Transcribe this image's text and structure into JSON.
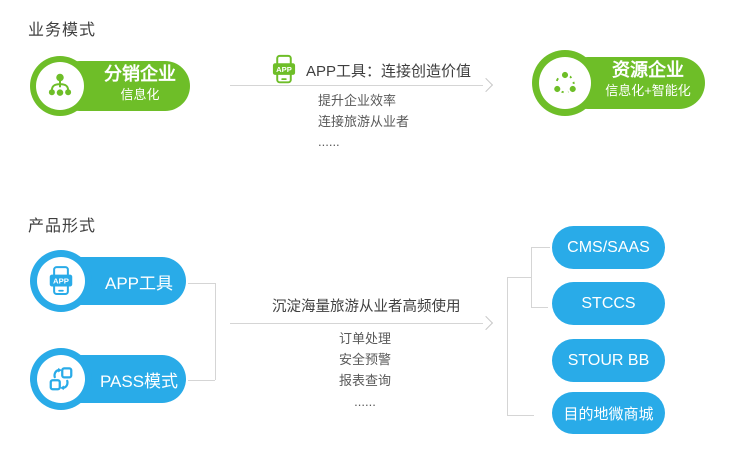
{
  "colors": {
    "green": "#6ebe28",
    "blue": "#29abe8",
    "heading_text": "#3f3f3f",
    "body_text": "#595959",
    "connector_line": "#d5d5d5"
  },
  "icons": {
    "app_badge": "APP"
  },
  "business_model": {
    "title": "业务模式",
    "left_node": {
      "icon": "org-hierarchy-icon",
      "title": "分销企业",
      "subtitle": "信息化"
    },
    "flow": {
      "icon": "app-phone-icon",
      "heading": "APP工具：连接创造价值",
      "bullets": [
        "提升企业效率",
        "连接旅游从业者",
        "......"
      ]
    },
    "right_node": {
      "icon": "network-icon",
      "title": "资源企业",
      "subtitle": "信息化+智能化"
    }
  },
  "product_form": {
    "title": "产品形式",
    "source_nodes": [
      {
        "icon": "app-phone-icon",
        "label": "APP工具"
      },
      {
        "icon": "swap-icon",
        "label": "PASS模式"
      }
    ],
    "flow": {
      "heading": "沉淀海量旅游从业者高频使用",
      "bullets": [
        "订单处理",
        "安全预警",
        "报表查询",
        "......"
      ]
    },
    "products": [
      "CMS/SAAS",
      "STCCS",
      "STOUR BB",
      "目的地微商城"
    ]
  }
}
